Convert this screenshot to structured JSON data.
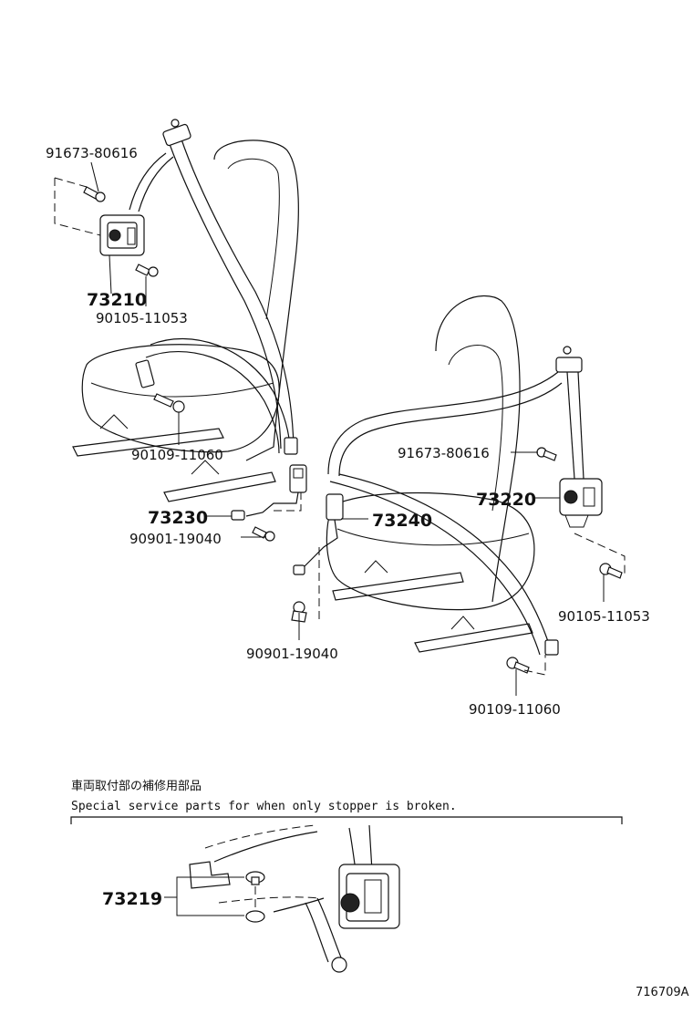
{
  "labels": {
    "p91673_top": "91673-80616",
    "p73210": "73210",
    "p90105_left": "90105-11053",
    "p90109_left": "90109-11060",
    "p73230": "73230",
    "p90901_left": "90901-19040",
    "p91673_right": "91673-80616",
    "p73220": "73220",
    "p73240": "73240",
    "p90105_right": "90105-11053",
    "p90901_bottom": "90901-19040",
    "p90109_right": "90109-11060",
    "p73219": "73219"
  },
  "note": {
    "japanese": "車両取付部の補修用部品",
    "english": "Special service parts for when only stopper is broken."
  },
  "figure_code": "716709A"
}
